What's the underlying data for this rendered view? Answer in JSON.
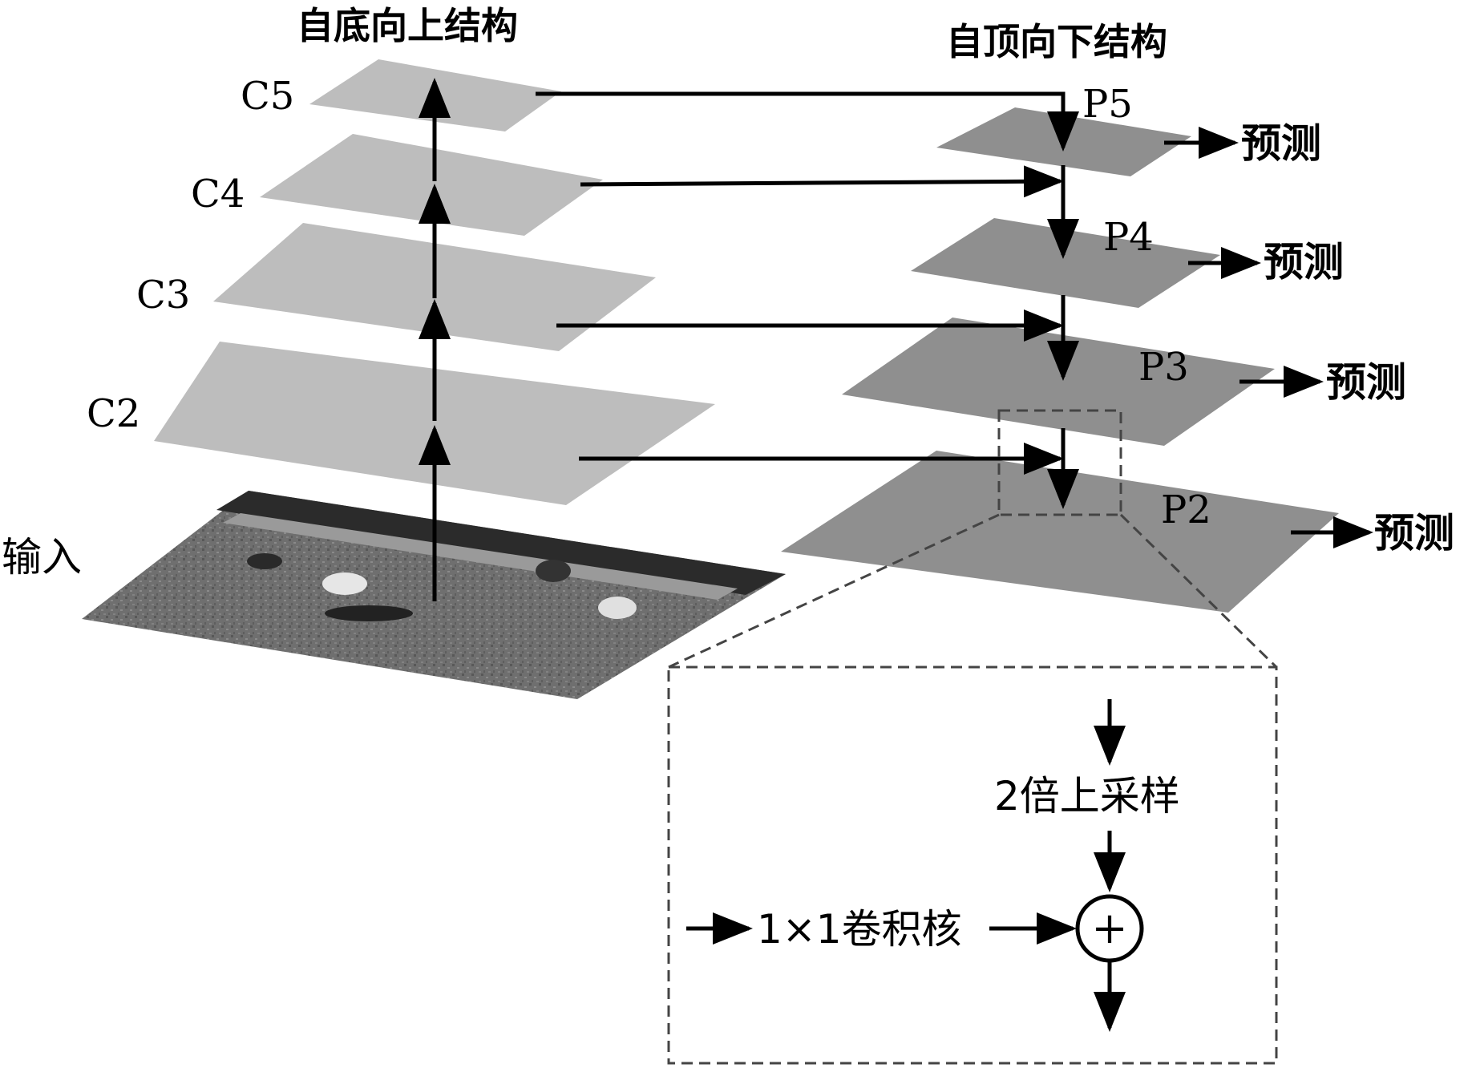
{
  "titles": {
    "bottom_up": "自底向上结构",
    "top_down": "自顶向下结构"
  },
  "left_layers": [
    "C5",
    "C4",
    "C3",
    "C2"
  ],
  "input_label": "输入",
  "right_layers": [
    "P5",
    "P4",
    "P3",
    "P2"
  ],
  "predict_label": "预测",
  "detail": {
    "upsample": "2倍上采样",
    "conv": "1×1卷积核",
    "add_symbol": "+"
  },
  "colors": {
    "left_layer_fill": "#bdbdbd",
    "right_layer_fill": "#8f8f8f",
    "arrow": "#000000",
    "dashed_box": "#444444"
  }
}
